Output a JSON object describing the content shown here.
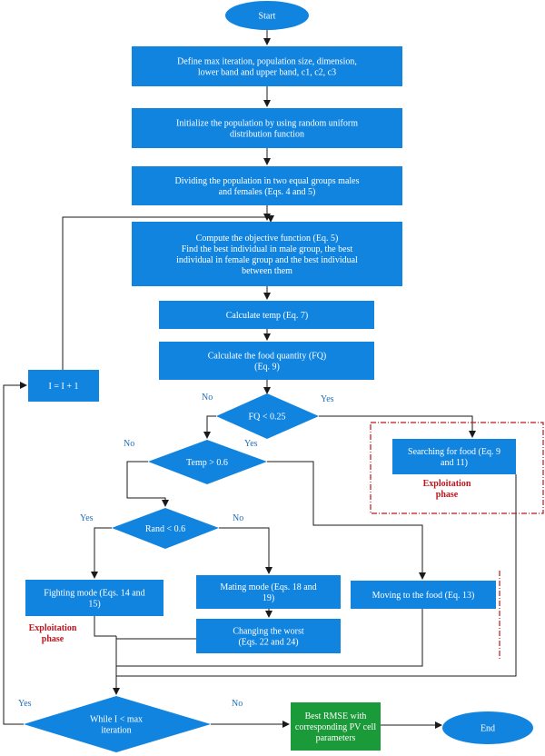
{
  "nodes": {
    "start": {
      "lines": [
        "Start"
      ]
    },
    "define": {
      "lines": [
        "Define max iteration, population size, dimension,",
        "lower band and upper band, c1, c2, c3"
      ]
    },
    "init": {
      "lines": [
        "Initialize the population by using random uniform",
        "distribution function"
      ]
    },
    "divide": {
      "lines": [
        "Dividing the population in two equal groups males",
        "and females (Eqs. 4 and 5)"
      ]
    },
    "compute": {
      "lines": [
        "Compute the objective function (Eq. 5)",
        "Find the best individual in male group, the best",
        "individual in female group and the best individual",
        "between them"
      ]
    },
    "temp": {
      "lines": [
        "Calculate temp (Eq. 7)"
      ]
    },
    "food": {
      "lines": [
        "Calculate the food quantity (FQ)",
        "(Eq. 9)"
      ]
    },
    "increment": {
      "lines": [
        "I = I + 1"
      ]
    },
    "fq_decision": {
      "lines": [
        "FQ < 0.25"
      ]
    },
    "search": {
      "lines": [
        "Searching for food (Eq. 9",
        "and 11)"
      ]
    },
    "temp_decision": {
      "lines": [
        "Temp > 0.6"
      ]
    },
    "rand_decision": {
      "lines": [
        "Rand < 0.6"
      ]
    },
    "fighting": {
      "lines": [
        "Fighting mode (Eqs. 14 and",
        "15)"
      ]
    },
    "mating": {
      "lines": [
        "Mating mode (Eqs. 18 and",
        "19)"
      ]
    },
    "moving": {
      "lines": [
        "Moving to the food (Eq. 13)"
      ]
    },
    "worst": {
      "lines": [
        "Changing the worst",
        "(Eqs. 22 and 24)"
      ]
    },
    "while_decision": {
      "lines": [
        "While I < max",
        "iteration"
      ]
    },
    "best": {
      "lines": [
        "Best RMSE with",
        "corresponding PV cell",
        "parameters"
      ]
    },
    "end": {
      "lines": [
        "End"
      ]
    }
  },
  "labels": {
    "fq_no": "No",
    "fq_yes": "Yes",
    "temp_no": "No",
    "temp_yes": "Yes",
    "rand_yes": "Yes",
    "rand_no": "No",
    "while_yes": "Yes",
    "while_no": "No"
  },
  "annotations": {
    "exploitation_right": [
      "Exploitation",
      "phase"
    ],
    "exploitation_left": [
      "Exploitation",
      "phase"
    ]
  },
  "colors": {
    "node_blue": "#1184e0",
    "result_green": "#1a9a38",
    "label_blue": "#1f6fb8",
    "annotation_red": "#c0141c"
  }
}
